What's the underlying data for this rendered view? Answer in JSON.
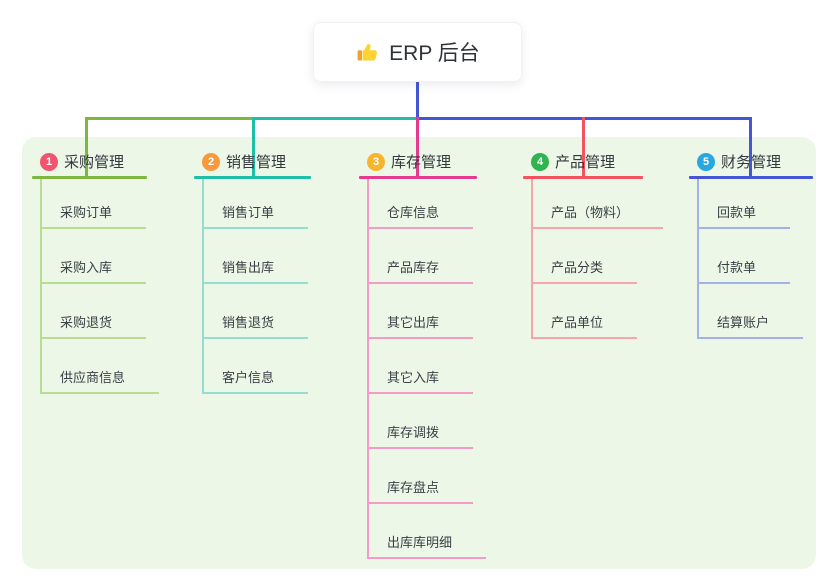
{
  "root": {
    "title": "ERP 后台",
    "icon": "thumbs-up-icon"
  },
  "colors": {
    "canvas_bg": "#ffffff",
    "panel_bg": "#edf7e7",
    "text": "#333a40",
    "root_line": "#4455d6"
  },
  "branches": [
    {
      "badge": "1",
      "label": "采购管理",
      "badge_color": "#f2536d",
      "line_color": "#7fb63f",
      "subline_color": "#b9dc93",
      "items": [
        "采购订单",
        "采购入库",
        "采购退货",
        "供应商信息"
      ]
    },
    {
      "badge": "2",
      "label": "销售管理",
      "badge_color": "#f8993c",
      "line_color": "#1fbfa7",
      "subline_color": "#93ded1",
      "items": [
        "销售订单",
        "销售出库",
        "销售退货",
        "客户信息"
      ]
    },
    {
      "badge": "3",
      "label": "库存管理",
      "badge_color": "#f7b52e",
      "line_color": "#e63a8e",
      "subline_color": "#f49cc5",
      "items": [
        "仓库信息",
        "产品库存",
        "其它出库",
        "其它入库",
        "库存调拨",
        "库存盘点",
        "出库库明细"
      ]
    },
    {
      "badge": "4",
      "label": "产品管理",
      "badge_color": "#2fb450",
      "line_color": "#f4525f",
      "subline_color": "#f9a4a9",
      "items": [
        "产品（物料）",
        "产品分类",
        "产品单位"
      ]
    },
    {
      "badge": "5",
      "label": "财务管理",
      "badge_color": "#28a7e1",
      "line_color": "#4455d6",
      "subline_color": "#a2b1e8",
      "items": [
        "回款单",
        "付款单",
        "结算账户"
      ]
    }
  ]
}
